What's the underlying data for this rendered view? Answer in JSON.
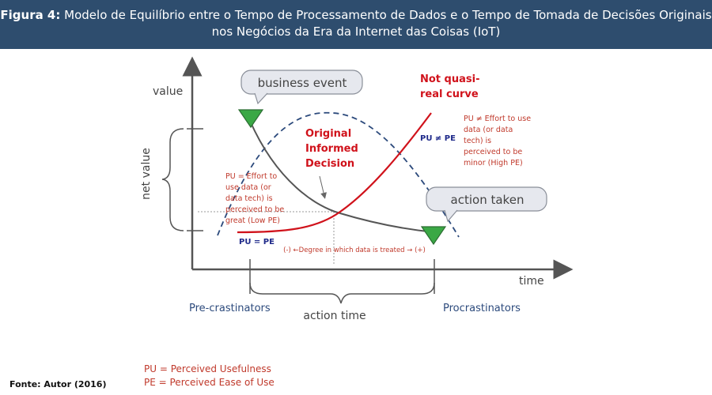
{
  "header": {
    "figure_label": "Figura 4:",
    "title": "Modelo de Equilíbrio entre o Tempo de Processamento de Dados e o Tempo de Tomada de Decisões Originais nos Negócios da Era da Internet das Coisas (IoT)"
  },
  "diagram": {
    "y_axis_label": "value",
    "x_axis_label": "time",
    "net_value_label": "net value",
    "business_event": "business event",
    "action_taken": "action taken",
    "not_quasi_line1": "Not quasi-",
    "not_quasi_line2": "real curve",
    "original_line1": "Original",
    "original_line2": "Informed",
    "original_line3": "Decision",
    "pu_neq_pe": "PU ≠ PE",
    "pu_eq_pe": "PU = PE",
    "right_note": [
      "PU ≠ Effort to use",
      "data (or data",
      "tech) is",
      "perceived to be",
      "minor (High PE)"
    ],
    "left_note": [
      "PU = Effort to",
      "use data  (or",
      "data tech) is",
      "perceived to be",
      "great  (Low PE)"
    ],
    "degree_label": "(-) ←Degree in which data is treated → (+)",
    "pre_crastinators": "Pre-crastinators",
    "procrastinators": "Procrastinators",
    "action_time": "action time"
  },
  "legend": {
    "pu": "PU = Perceived Usefulness",
    "pe": "PE = Perceived Ease of Use"
  },
  "source": "Fonte: Autor (2016)",
  "colors": {
    "header_bg": "#2e4d6e",
    "red": "#d0121b",
    "blue_dash": "#2c4a7c",
    "gray_curve": "#555555",
    "triangle": "#3aa845",
    "callout_bg": "#e6e8ee",
    "pu_blue": "#1f2a8a"
  }
}
